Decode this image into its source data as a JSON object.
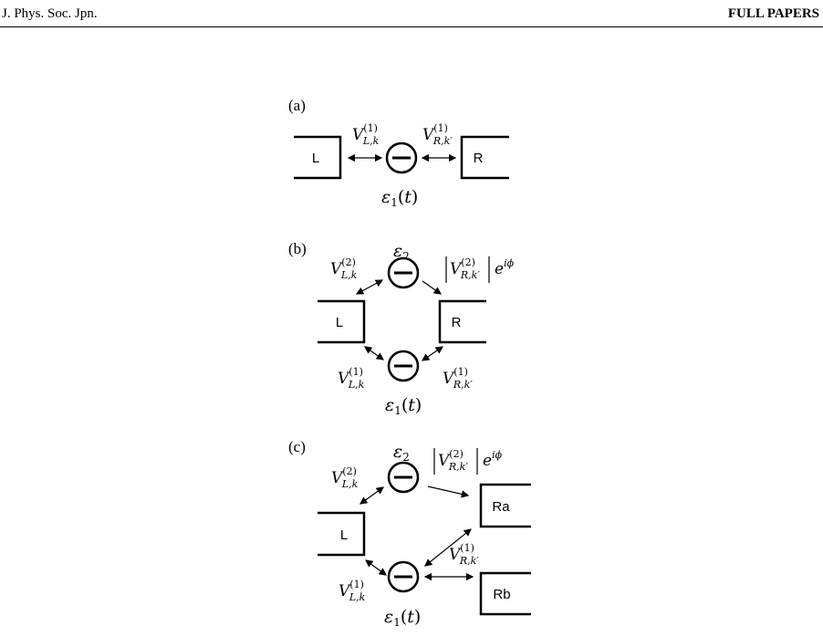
{
  "header": {
    "journal": "J. Phys. Soc. Jpn.",
    "section": "FULL PAPERS"
  },
  "figure": {
    "panel_a": {
      "label": "(a)",
      "lead_L": "L",
      "lead_R": "R",
      "dot1_energy": "ε1(t)",
      "coupling_L": "V(1)L,k",
      "coupling_R": "V(1)R,k′"
    },
    "panel_b": {
      "label": "(b)",
      "lead_L": "L",
      "lead_R": "R",
      "dot2_energy": "ε2",
      "dot1_energy": "ε1(t)",
      "coupling_L2": "V(2)L,k",
      "coupling_R2": "|V(2)R,k′| eiϕ",
      "coupling_L1": "V(1)L,k",
      "coupling_R1": "V(1)R,k′"
    },
    "panel_c": {
      "label": "(c)",
      "lead_L": "L",
      "lead_Ra": "Ra",
      "lead_Rb": "Rb",
      "dot2_energy": "ε2",
      "dot1_energy": "ε1(t)",
      "coupling_L2": "V(2)L,k",
      "coupling_R2": "|V(2)R,k′| eiϕ",
      "coupling_L1": "V(1)L,k",
      "coupling_R1": "V(1)R,k′"
    }
  }
}
